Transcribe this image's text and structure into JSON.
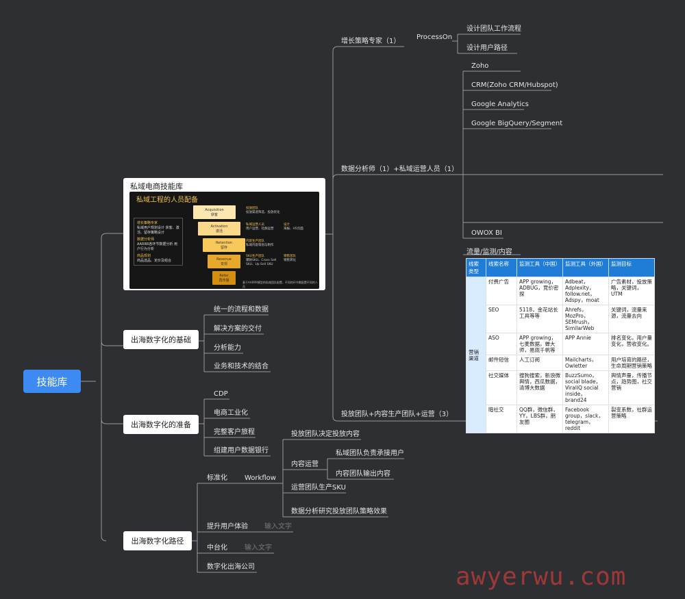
{
  "root": {
    "label": "技能库"
  },
  "card": {
    "title": "私域电商技能库",
    "heading": "私域工程的人员配备",
    "left": [
      {
        "t": "增长策略专家",
        "d": "私域用户规划设计 获客、激活、留存策略设计"
      },
      {
        "t": "数据分析师",
        "d": "AARRR各环节数据分析 用户行为分析"
      },
      {
        "t": "商品规划",
        "d": "商品选品、定价及组合"
      }
    ],
    "stages": [
      {
        "en": "Acquisition",
        "zh": "获客"
      },
      {
        "en": "Activation",
        "zh": "激活"
      },
      {
        "en": "Retention",
        "zh": "留存"
      },
      {
        "en": "Revenue",
        "zh": "变现"
      },
      {
        "en": "Refer",
        "zh": "再传播"
      }
    ],
    "right": [
      {
        "t": "投放团队",
        "d": "投放渠道筛选、投放优化"
      },
      {
        "t": "私域运营人员",
        "d": "用户运营、社群运营"
      },
      {
        "t": "设计",
        "d": "海报、H5页面"
      },
      {
        "t": "内容生产团队",
        "d": "私域内容策划与制作"
      },
      {
        "t": "SKU生产团队",
        "d": "爆款SKU、Cross Sell SKU、Up Sell SKU"
      },
      {
        "t": "销售团队",
        "d": "销售转化"
      }
    ],
    "caption": "基于AARRR模型的私域团队配置，不同的环节需配置不同的人员"
  },
  "left_branches": [
    {
      "label": "出海数字化的基础",
      "children": [
        "统一的流程和数据",
        "解决方案的交付",
        "分析能力",
        "业务和技术的结合"
      ]
    },
    {
      "label": "出海数字化的准备",
      "children": [
        "CDP",
        "电商工业化",
        "完整客户旅程",
        "组建用户数据银行"
      ]
    },
    {
      "label": "出海数字化路径",
      "children": [
        "标准化",
        "提升用户体验",
        "中台化",
        "数字化出海公司"
      ]
    }
  ],
  "path_sub": {
    "workflow": "Workflow",
    "placeholder1": "输入文字",
    "placeholder2": "输入文字",
    "workflow_children": [
      "投放团队决定投放内容",
      "内容运营",
      "运营团队生产SKU",
      "数据分析研究投放团队策略效果"
    ],
    "content_ops_children": [
      "私域团队负责承接用户",
      "内容团队输出内容"
    ]
  },
  "right_branches": {
    "growth": "增长策略专家（1）",
    "processon": "ProcessOn",
    "processon_children": [
      "设计团队工作流程",
      "设计用户路径"
    ],
    "analyst": "数据分析师（1）+私域运营人员（1）",
    "analyst_children": [
      "Zoho",
      "CRM(Zoho CRM/Hubspot)",
      "Google Analytics",
      "Google BigQuery/Segment",
      "OWOX BI"
    ],
    "ads": "投放团队+内容生产团队+运营（3）",
    "table_title": "流量/监测/内容"
  },
  "table": {
    "headers": [
      "线索类型",
      "线索名称",
      "监测工具（中国）",
      "监测工具（外国）",
      "监测目标"
    ],
    "category": "营销渠道",
    "rows": [
      [
        "付费广告",
        "APP growing，ADBUG，竞价密探",
        "Adbeat，Adplexity，follow.net，Adspy，moat",
        "广告素材，投放策略，关键词，UTM"
      ],
      [
        "SEO",
        "5118，金花站长工具等等",
        "Ahrefs，MozPro，SEMrush，SimilarWeb",
        "关键词，流量来源，流量去向"
      ],
      [
        "ASO",
        "APP growing，七麦数据，蝉大师，易观千帆等",
        "APP Annie",
        "排名变化，用户量变化，营收变化。"
      ],
      [
        "邮件短信",
        "人工订阅",
        "Mailcharts，Owletter",
        "用户培育的路径，生命周期营销策略"
      ],
      [
        "社交媒体",
        "搜狗搜索，新浪微舆情，西瓜数据，清博大数据",
        "BuzzSumo，social blade，ViralIQ social inside，brand24",
        "舆情声量，传播节点，趋势图，社交营销"
      ],
      [
        "暗社交",
        "QQ群，微信群，YY，LBS群，朋友圈",
        "Facebook group，slack，telegram，reddit",
        "裂变系数，社群运营策略"
      ]
    ]
  },
  "watermark": "awyerwu.com"
}
